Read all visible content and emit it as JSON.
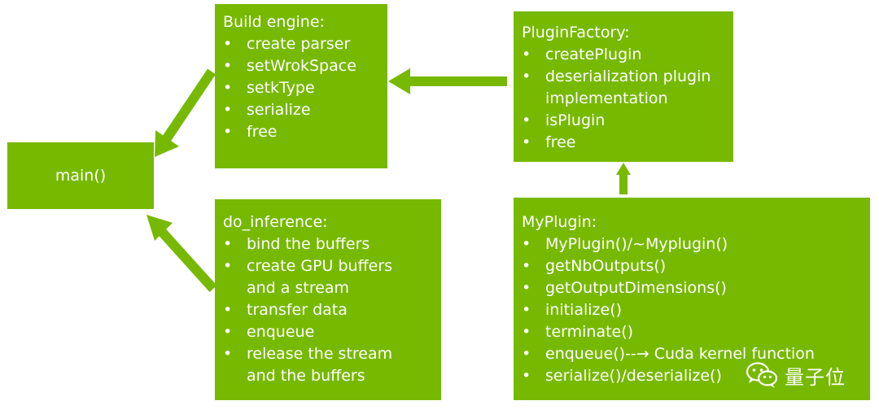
{
  "colors": {
    "box": "#76b900",
    "arrow": "#76b900",
    "text": "#ffffff"
  },
  "main_box": {
    "label": "main()"
  },
  "build_engine": {
    "title": "Build engine:",
    "items": [
      "create parser",
      "setWrokSpace",
      "setkType",
      "serialize",
      "free"
    ]
  },
  "plugin_factory": {
    "title": "PluginFactory:",
    "items": [
      "createPlugin",
      "deserialization plugin",
      "implementation",
      "isPlugin",
      "free"
    ]
  },
  "do_inference": {
    "title": "do_inference:",
    "items": [
      "bind the buffers",
      "create GPU buffers",
      "and a stream",
      "transfer data",
      "enqueue",
      "release the stream",
      "and the buffers"
    ]
  },
  "my_plugin": {
    "title": "MyPlugin:",
    "items": [
      "MyPlugin()/~Myplugin()",
      "getNbOutputs()",
      "getOutputDimensions()",
      "initialize()",
      "terminate()",
      "enqueue()--→ Cuda kernel function",
      "serialize()/deserialize()"
    ]
  },
  "watermark": {
    "icon": "wechat-icon",
    "text": "量子位"
  }
}
